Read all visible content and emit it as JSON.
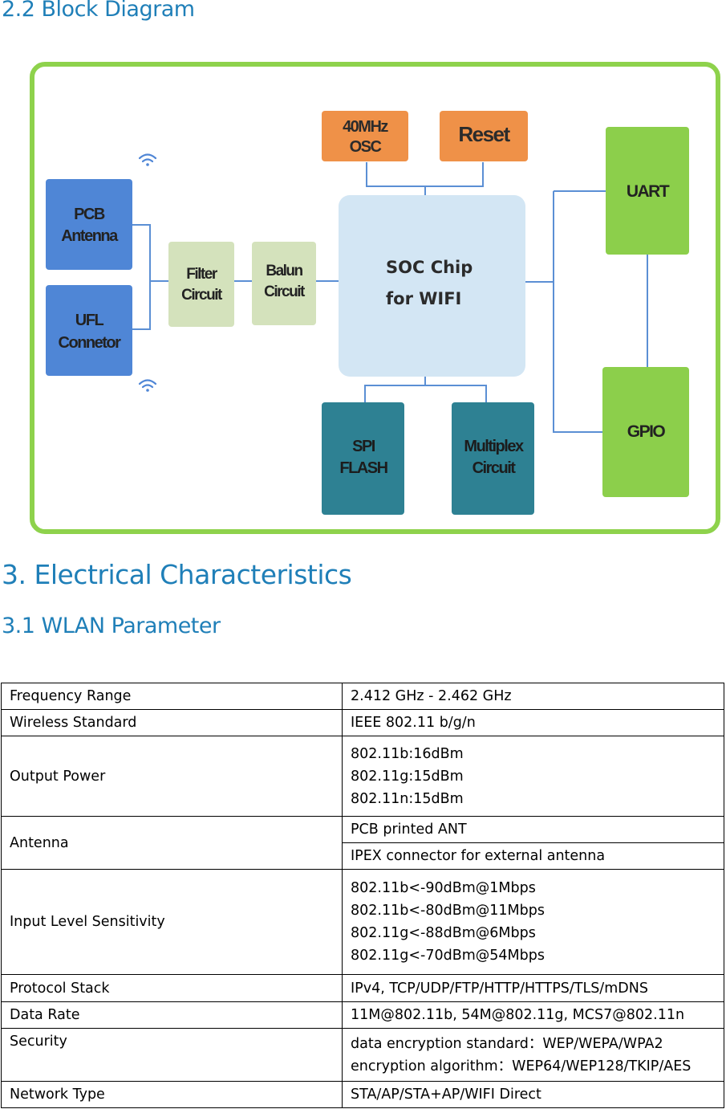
{
  "headings": {
    "block_diagram": "2.2 Block Diagram",
    "electrical": "3. Electrical Characteristics",
    "wlan": "3.1 WLAN Parameter"
  },
  "diagram": {
    "colors": {
      "frame": "#8ed24c",
      "antenna_blocks": "#4f86d6",
      "filter_balun": "#d4e2bc",
      "osc_reset": "#ef9148",
      "soc": "#d3e6f4",
      "io_blocks": "#8ccf4b",
      "storage_blocks": "#2e8193",
      "lines": "#5b8fd4"
    },
    "blocks": {
      "osc": [
        "40MHz",
        "OSC"
      ],
      "reset": "Reset",
      "uart": "UART",
      "gpio": "GPIO",
      "pcb_antenna": [
        "PCB",
        "Antenna"
      ],
      "ufl_connector": [
        "UFL",
        "Connetor"
      ],
      "filter": [
        "Filter",
        "Circuit"
      ],
      "balun": [
        "Balun",
        "Circuit"
      ],
      "soc": [
        "SOC Chip",
        "for WIFI"
      ],
      "spi_flash": [
        "SPI",
        "FLASH"
      ],
      "multiplex": [
        "Multiplex",
        "Circuit"
      ]
    },
    "icons": [
      "wifi-icon",
      "wifi-icon"
    ]
  },
  "wlan_table": {
    "rows": [
      {
        "key": "Frequency Range",
        "values": [
          "2.412 GHz - 2.462 GHz"
        ]
      },
      {
        "key": "Wireless Standard",
        "values": [
          "IEEE 802.11 b/g/n"
        ]
      },
      {
        "key": "Output Power",
        "values": [
          "802.11b:16dBm",
          "802.11g:15dBm",
          "802.11n:15dBm"
        ]
      },
      {
        "key": "Antenna",
        "values": [
          "PCB printed ANT",
          "IPEX connector for external antenna"
        ]
      },
      {
        "key": "Input Level Sensitivity",
        "values": [
          "802.11b<-90dBm@1Mbps",
          "802.11b<-80dBm@11Mbps",
          "802.11g<-88dBm@6Mbps",
          "802.11g<-70dBm@54Mbps"
        ]
      },
      {
        "key": "Protocol Stack",
        "values": [
          "IPv4, TCP/UDP/FTP/HTTP/HTTPS/TLS/mDNS"
        ]
      },
      {
        "key": "Data Rate",
        "values": [
          "11M@802.11b, 54M@802.11g, MCS7@802.11n"
        ]
      },
      {
        "key": "Security",
        "values": [
          "data encryption standard：WEP/WEPA/WPA2",
          "encryption algorithm：WEP64/WEP128/TKIP/AES"
        ]
      },
      {
        "key": "Network Type",
        "values": [
          "STA/AP/STA+AP/WIFI Direct"
        ]
      }
    ]
  }
}
